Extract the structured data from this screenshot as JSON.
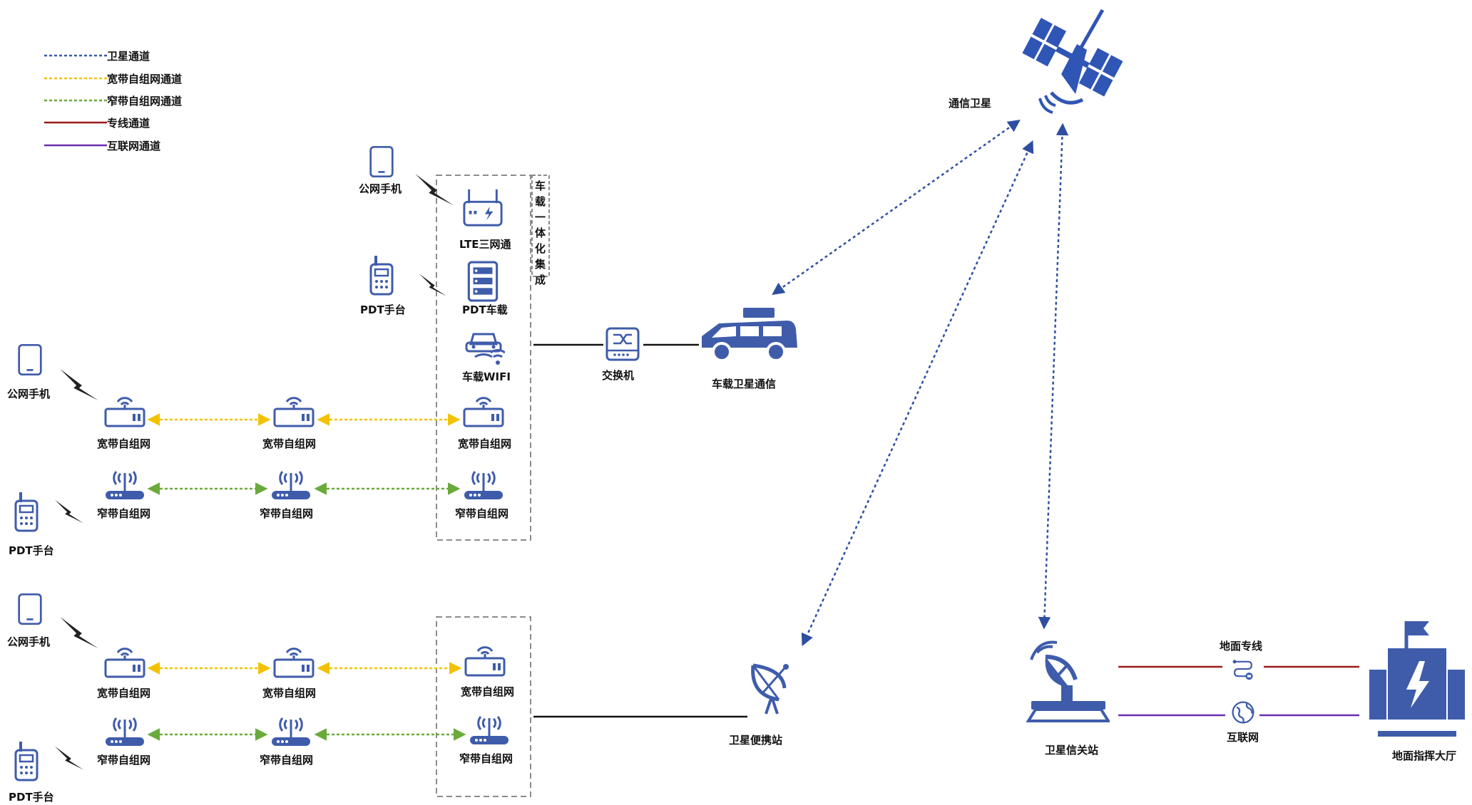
{
  "legend": [
    {
      "label": "卫星通道",
      "color": "#3a5aa8",
      "style": "dotted"
    },
    {
      "label": "宽带自组网通道",
      "color": "#f2c200",
      "style": "dotted"
    },
    {
      "label": "窄带自组网通道",
      "color": "#6aaa3a",
      "style": "dotted"
    },
    {
      "label": "专线通道",
      "color": "#9b1b1b",
      "style": "solid"
    },
    {
      "label": "互联网通道",
      "color": "#6a2fb0",
      "style": "solid"
    }
  ],
  "colors": {
    "icon_blue": "#3f5cab",
    "satellite_blue": "#2f55b5",
    "broadband_link": "#f2c200",
    "narrowband_link": "#6aaa3a",
    "dedicated_link": "#9b1b1b",
    "internet_link": "#6a2fb0",
    "satellite_link": "#2e4fa0",
    "wired": "#111111"
  },
  "nodes": {
    "satellite": "通信卫星",
    "vehicle_satcom": "车载卫星通信",
    "switch": "交换机",
    "portable_station": "卫星便携站",
    "gateway": "卫星信关站",
    "ground_line": "地面专线",
    "internet": "互联网",
    "command_hall": "地面指挥大厅",
    "vehicle_group_title": "车载一体化集成",
    "lte": "LTE三网通",
    "pdt_vehicle": "PDT车载",
    "vehicle_wifi": "车载WIFI",
    "public_phone": "公网手机",
    "pdt_handset": "PDT手台",
    "broadband_mesh": "宽带自组网",
    "narrowband_mesh": "窄带自组网"
  }
}
